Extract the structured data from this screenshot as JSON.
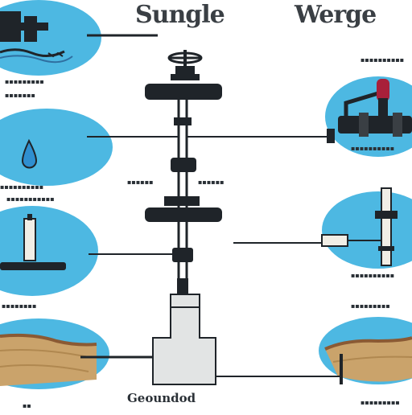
{
  "title": {
    "left": "Sungle",
    "right": "Werge"
  },
  "labels": {
    "left_1": "▪▪▪▪▪▪▪▪▪",
    "left_1b": "▪▪▪▪▪▪▪",
    "left_2": "▪▪▪▪▪▪▪▪▪▪",
    "left_2b": "▪▪▪▪▪▪▪▪▪▪▪",
    "left_3": "▪▪▪▪▪▪▪▪",
    "left_4": "▪▪",
    "center_1": "▪▪▪▪▪▪",
    "center_1b": "▪▪▪▪▪▪",
    "right_1": "▪▪▪▪▪▪▪▪▪▪",
    "right_1b": "▪▪▪▪▪▪▪▪▪▪",
    "right_2": "▪▪▪▪▪▪▪▪▪▪",
    "right_3": "▪▪▪▪▪▪▪▪▪",
    "right_4": "▪▪▪▪▪▪▪▪▪"
  },
  "bottom_label": "Geoundod",
  "colors": {
    "bubble": "#4db8e2",
    "bubble_dark": "#2f9fd0",
    "pipe": "#1f2429",
    "tank": "#e2e4e4",
    "soil": "#caa36b",
    "soil_dark": "#8a5a34",
    "drop": "#2f8fd0",
    "valve_red": "#a8203a"
  },
  "icons": [
    "mountain-stream-icon",
    "water-drop-icon",
    "filter-column-icon",
    "soil-layer-icon",
    "valve-pipe-icon",
    "gauge-tube-icon",
    "ground-layer-icon",
    "valve-wheel-icon",
    "storage-tank-icon"
  ]
}
